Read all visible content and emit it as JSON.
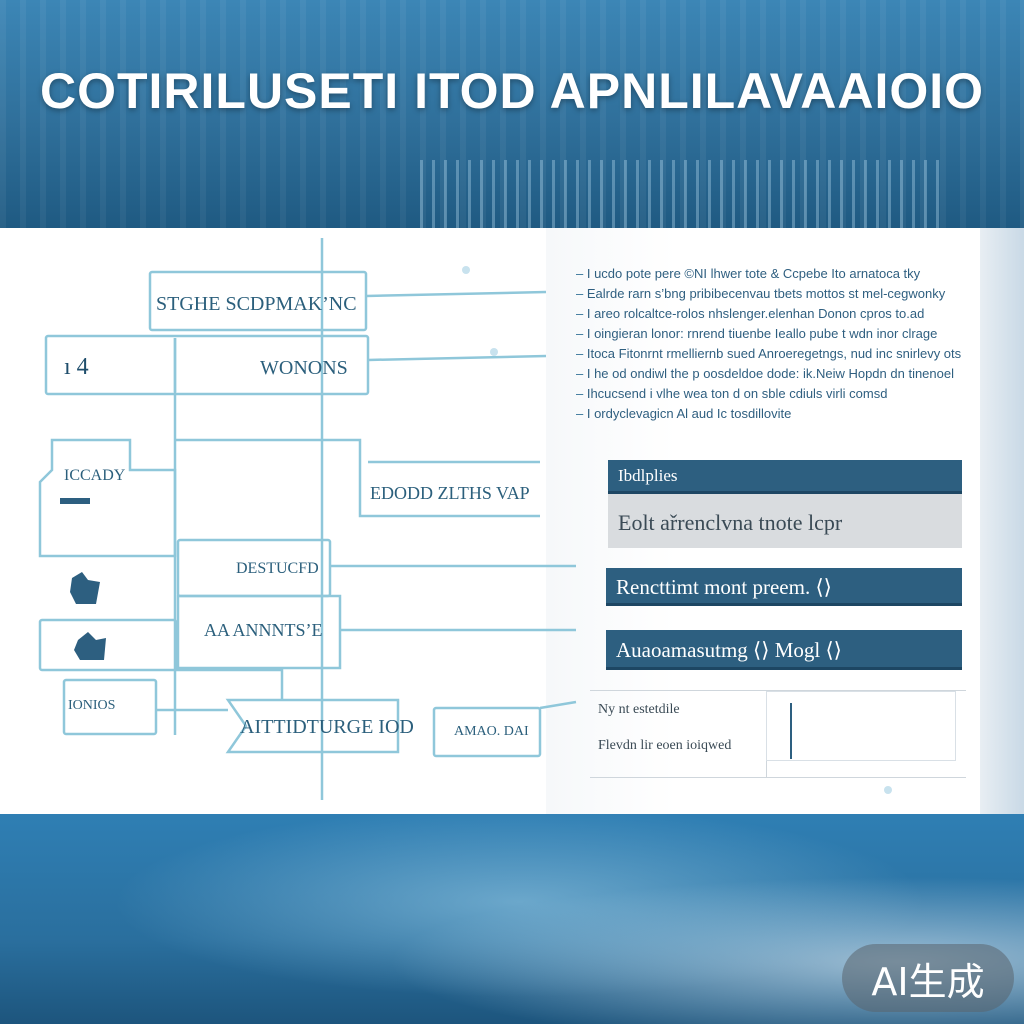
{
  "title": "COTIRILUSETI ITOD APNLILAVAAIOIO",
  "diagram": {
    "nodes": [
      "STGHE SCDPMAK’NC",
      "ı 4",
      "WONONS",
      "ICCADY",
      "EDODD ZLTHS VAP",
      "DESTUCFD",
      "AA ANNNTS’E",
      "IONIOS",
      "AITTIDTURGE IOD",
      "AMAO. DAI"
    ]
  },
  "description_lines": [
    "I ucdo pote pere  ©NI lhwer tote & Ccpebe Ito arnatoca tky",
    "Ealrde rarn s’bng pribibecenvau tbets mottos st mel‑cegwonky",
    "I areo rolcaltce‑rolos nhslenger.elenhan Donon cpros to.ad",
    "I oingieran lonor: rnrend tiuenbe Ieallo pube t wdn inor clrage",
    "Itoca Fitonrnt rmelliernb sued Anroeregetngs, nud inc snirlevy ots",
    "I he od ondiwl the p oosdeldoe dode: ik.Neiw Hopdn dn tinenoel",
    "Ihcucsend i vlhe wea ton d on sble cdiuls virli comsd",
    "I ordyclevagicn Al aud Ic tosdillovite"
  ],
  "cards": {
    "card1_header": "Ibdlplies",
    "card1_body": "Eolt ařrenclvna tnote lcpr",
    "card2_header": "Rencttimt mont preem. ⟨⟩",
    "card3_header": "Auaoamasutmg ⟨⟩ Mogl ⟨⟩"
  },
  "mini_table": {
    "row1": "Ny nt estetdile",
    "row2": "Flevdn lir eoen ioiqwed"
  },
  "badge": "AI生成"
}
